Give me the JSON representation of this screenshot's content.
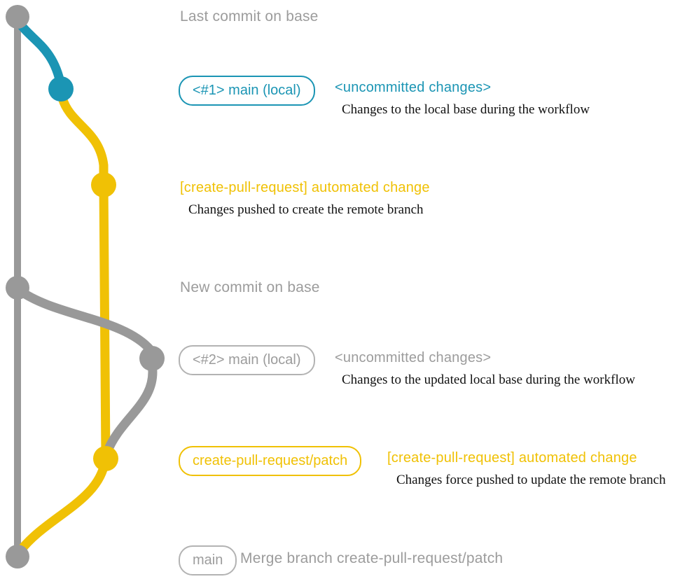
{
  "colors": {
    "teal": "#1b95b4",
    "yellow": "#f0c105",
    "gray": "#999999",
    "gray-text": "#9c9c9c",
    "desc-text": "#111111",
    "bg": "#ffffff"
  },
  "diagram": {
    "type": "git-graph",
    "branches": [
      {
        "name": "base",
        "color": "#999999"
      },
      {
        "name": "main (local)",
        "color": "#1b95b4"
      },
      {
        "name": "create-pull-request/patch",
        "color": "#f0c105"
      }
    ],
    "commits": [
      {
        "id": "last-commit-on-base",
        "color": "gray"
      },
      {
        "id": "uncommitted-1",
        "color": "teal"
      },
      {
        "id": "automated-change-1",
        "color": "yellow"
      },
      {
        "id": "new-commit-on-base",
        "color": "gray"
      },
      {
        "id": "uncommitted-2",
        "color": "gray"
      },
      {
        "id": "automated-change-2",
        "color": "yellow"
      },
      {
        "id": "merge-commit",
        "color": "gray"
      }
    ]
  },
  "annotations": {
    "last_commit_label": "Last commit on base",
    "row1": {
      "badge": "<#1> main (local)",
      "title": "<uncommitted changes>",
      "desc": "Changes to the local base during the workflow"
    },
    "row2": {
      "title": "[create-pull-request] automated change",
      "desc": "Changes pushed to create the remote branch"
    },
    "new_commit_label": "New commit on base",
    "row4": {
      "badge": "<#2> main (local)",
      "title": "<uncommitted changes>",
      "desc": "Changes to the updated local base during the workflow"
    },
    "row5": {
      "badge": "create-pull-request/patch",
      "title": "[create-pull-request] automated change",
      "desc": "Changes force pushed to update the remote branch"
    },
    "row6": {
      "badge": "main",
      "text": "Merge branch create-pull-request/patch"
    }
  }
}
